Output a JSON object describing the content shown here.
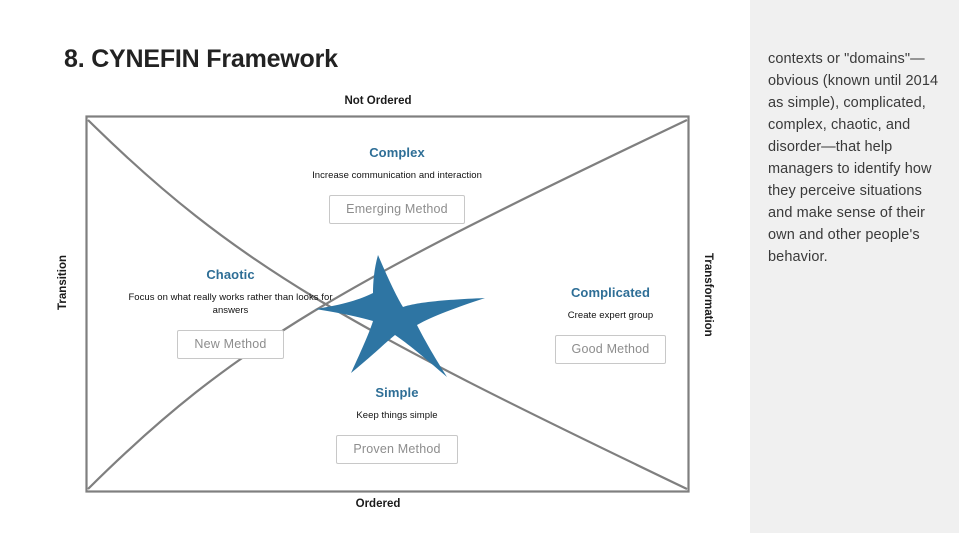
{
  "page_title": "8. CYNEFIN Framework",
  "side_panel": {
    "body": "contexts or \"domains\"—obvious (known until 2014 as simple), complicated, complex, chaotic, and disorder—that help managers to identify how they perceive situations and make sense of their own and other people's behavior.",
    "background": "#f0f0f0"
  },
  "diagram": {
    "axis_labels": {
      "top": "Not Ordered",
      "bottom": "Ordered",
      "left": "Transition",
      "right": "Transformation"
    },
    "accent_color": "#2e75a3",
    "heading_color": "#2e6e96",
    "frame_color": "#7f7f7f",
    "quadrants": [
      {
        "key": "complex",
        "title": "Complex",
        "description": "Increase communication and interaction",
        "button": "Emerging Method"
      },
      {
        "key": "chaotic",
        "title": "Chaotic",
        "description": "Focus on what really works rather than looks for answers",
        "button": "New Method"
      },
      {
        "key": "complicated",
        "title": "Complicated",
        "description": "Create expert group",
        "button": "Good Method"
      },
      {
        "key": "simple",
        "title": "Simple",
        "description": "Keep things simple",
        "button": "Proven Method"
      }
    ]
  }
}
